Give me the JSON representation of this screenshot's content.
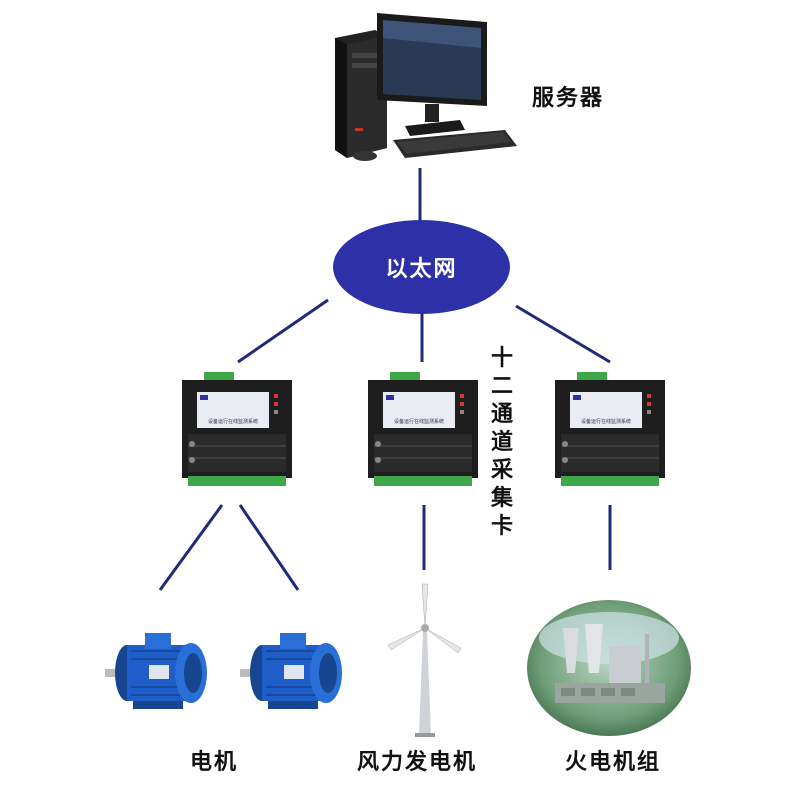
{
  "server": {
    "label": "服务器"
  },
  "network": {
    "label": "以太网",
    "color": "#2e30a8"
  },
  "card": {
    "screen_title": "设备运行在线监测系统"
  },
  "collector_label": [
    "十",
    "二",
    "通",
    "道",
    "采",
    "集",
    "卡"
  ],
  "devices": {
    "motor": "电机",
    "wind_turbine": "风力发电机",
    "thermal_unit": "火电机组"
  },
  "colors": {
    "line": "#1f2a7a",
    "motor_blue": "#1f5ec8",
    "card_body": "#1e1e1e",
    "terminal_green": "#3fa64a"
  }
}
